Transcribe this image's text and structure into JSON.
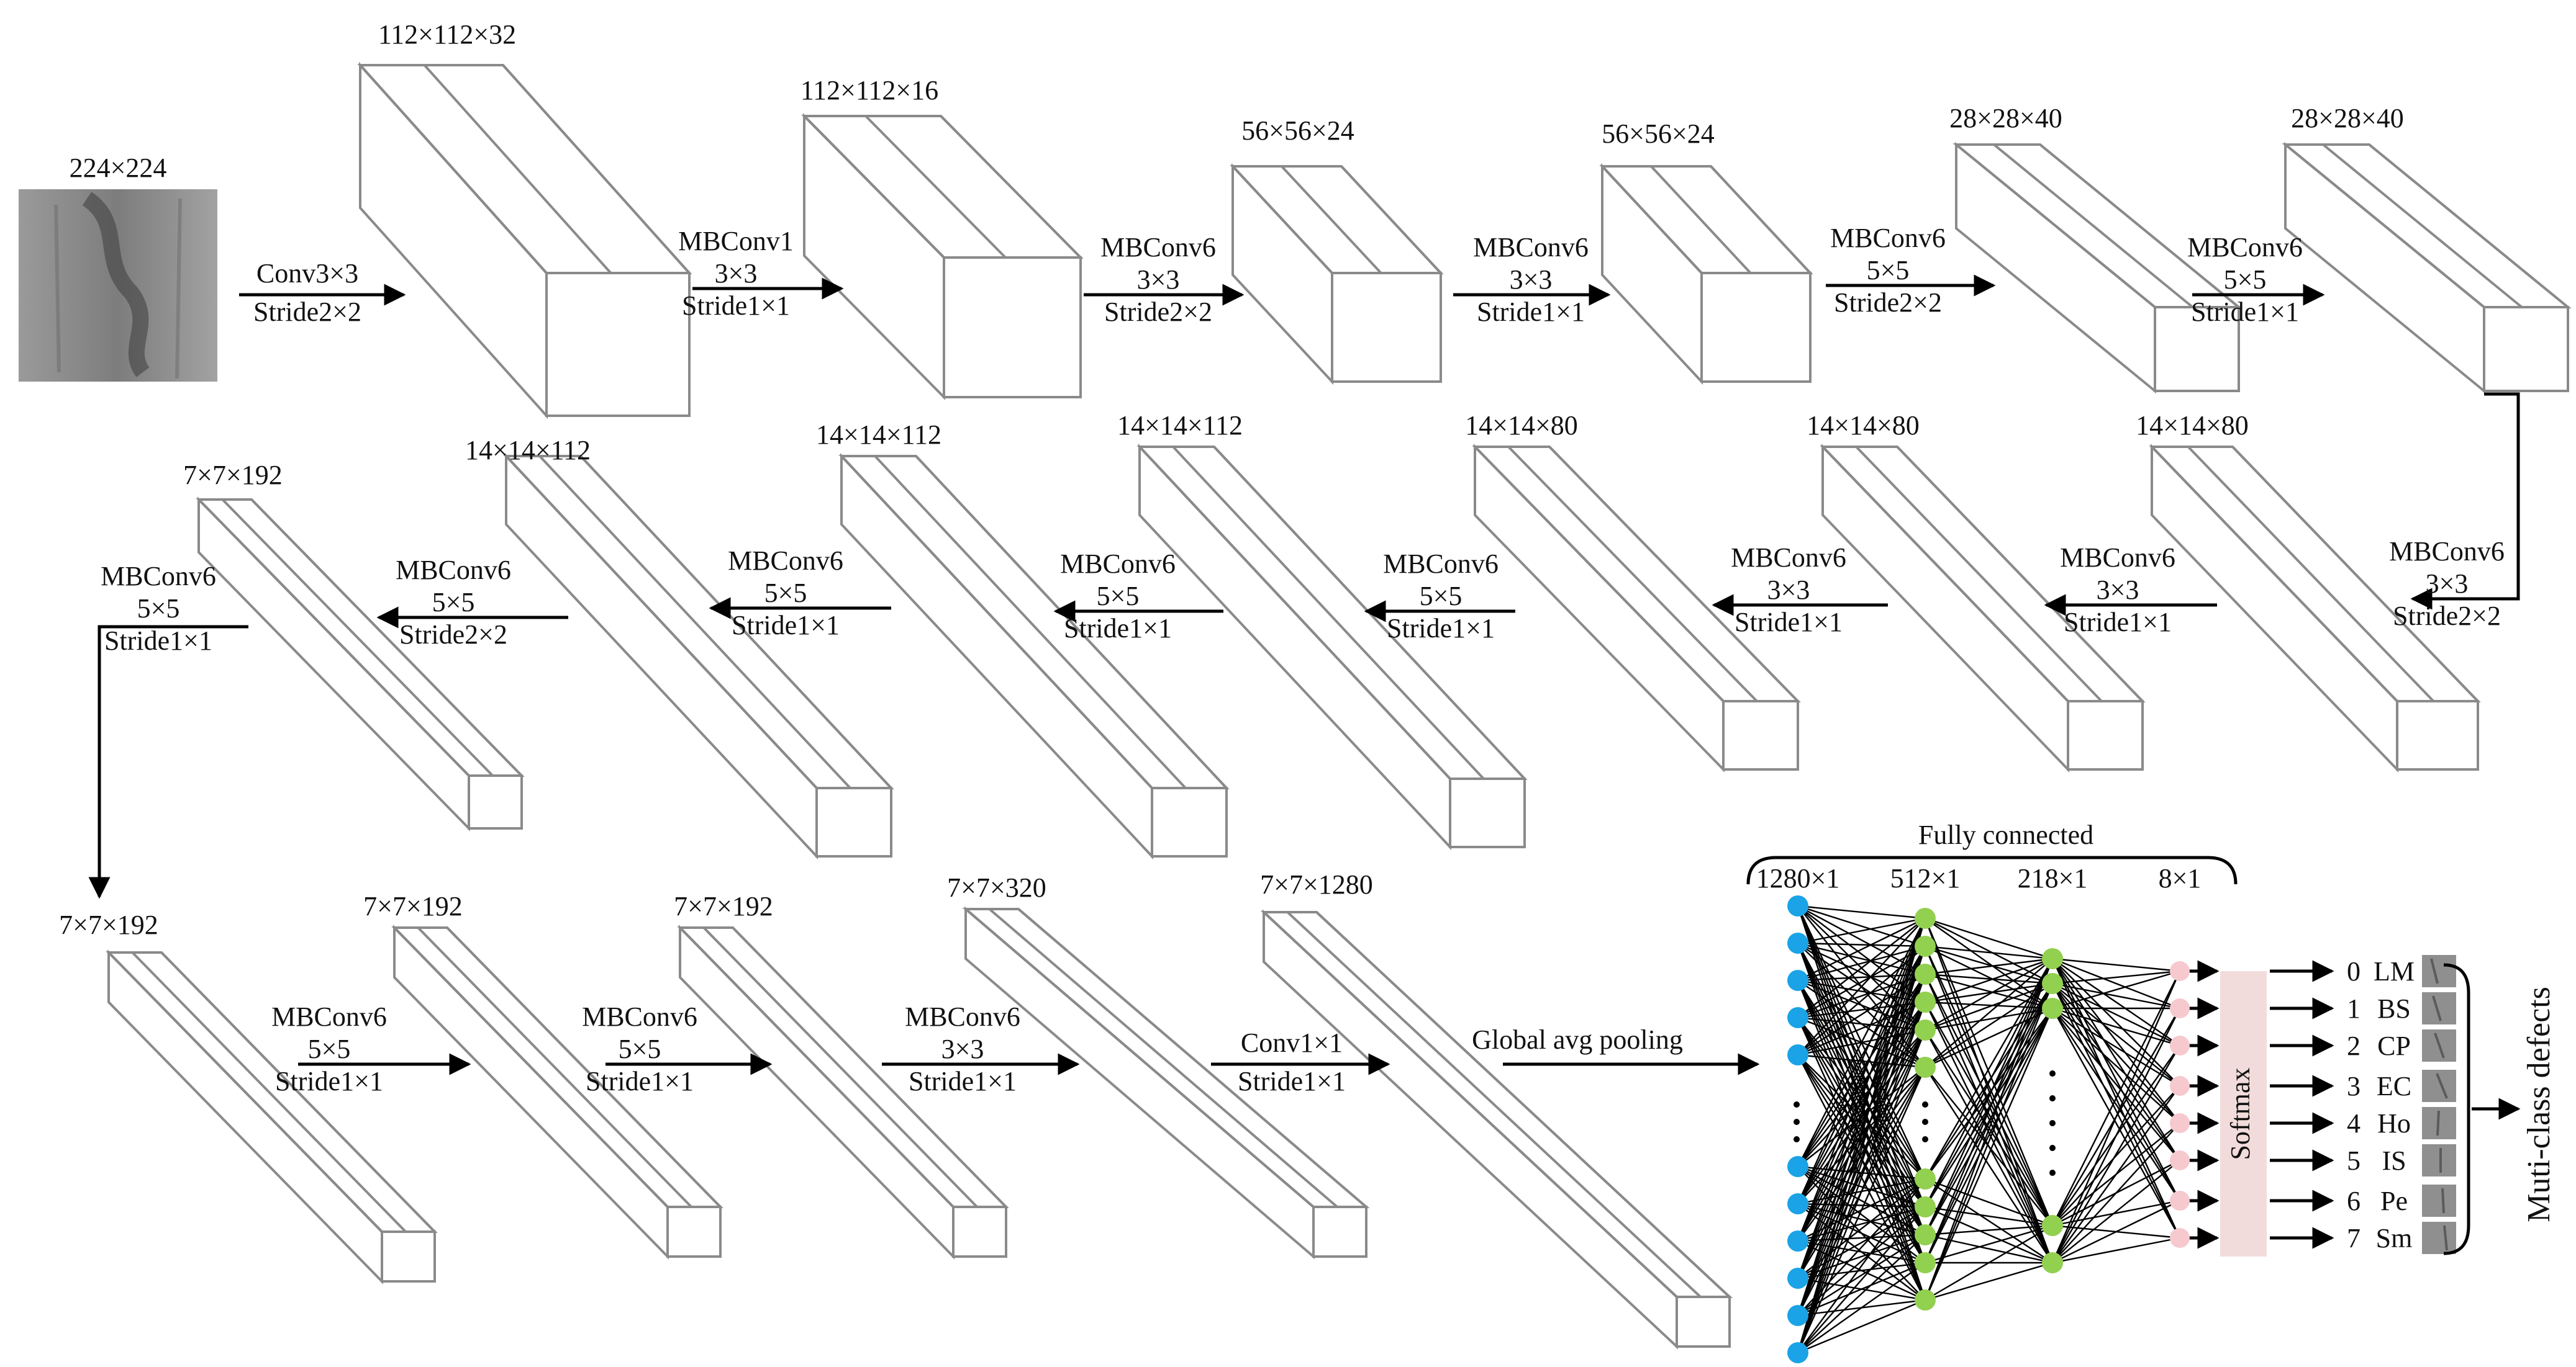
{
  "input": {
    "size_label": "224×224"
  },
  "row1": {
    "blocks": [
      {
        "label": "112×112×32",
        "color": "orange"
      },
      {
        "label": "112×112×16",
        "color": "gold"
      },
      {
        "label": "56×56×24",
        "color": "gold"
      },
      {
        "label": "56×56×24",
        "color": "gold"
      },
      {
        "label": "28×28×40",
        "color": "gold"
      },
      {
        "label": "28×28×40",
        "color": "gold"
      }
    ],
    "ops": [
      {
        "name": "Conv3×3",
        "kernel": "",
        "stride": "Stride2×2"
      },
      {
        "name": "MBConv1",
        "kernel": "3×3",
        "stride": "Stride1×1"
      },
      {
        "name": "MBConv6",
        "kernel": "3×3",
        "stride": "Stride2×2"
      },
      {
        "name": "MBConv6",
        "kernel": "3×3",
        "stride": "Stride1×1"
      },
      {
        "name": "MBConv6",
        "kernel": "5×5",
        "stride": "Stride2×2"
      },
      {
        "name": "MBConv6",
        "kernel": "5×5",
        "stride": "Stride1×1"
      }
    ]
  },
  "row2": {
    "blocks": [
      {
        "label": "14×14×80"
      },
      {
        "label": "14×14×80"
      },
      {
        "label": "14×14×80"
      },
      {
        "label": "14×14×112"
      },
      {
        "label": "14×14×112"
      },
      {
        "label": "14×14×112"
      },
      {
        "label": "7×7×192"
      }
    ],
    "ops": [
      {
        "name": "MBConv6",
        "kernel": "3×3",
        "stride": "Stride2×2"
      },
      {
        "name": "MBConv6",
        "kernel": "3×3",
        "stride": "Stride1×1"
      },
      {
        "name": "MBConv6",
        "kernel": "3×3",
        "stride": "Stride1×1"
      },
      {
        "name": "MBConv6",
        "kernel": "5×5",
        "stride": "Stride1×1"
      },
      {
        "name": "MBConv6",
        "kernel": "5×5",
        "stride": "Stride1×1"
      },
      {
        "name": "MBConv6",
        "kernel": "5×5",
        "stride": "Stride1×1"
      },
      {
        "name": "MBConv6",
        "kernel": "5×5",
        "stride": "Stride2×2"
      },
      {
        "name": "MBConv6",
        "kernel": "5×5",
        "stride": "Stride1×1"
      }
    ]
  },
  "row3": {
    "blocks": [
      {
        "label": "7×7×192"
      },
      {
        "label": "7×7×192"
      },
      {
        "label": "7×7×192"
      },
      {
        "label": "7×7×320"
      },
      {
        "label": "7×7×1280"
      }
    ],
    "ops": [
      {
        "name": "MBConv6",
        "kernel": "5×5",
        "stride": "Stride1×1"
      },
      {
        "name": "MBConv6",
        "kernel": "5×5",
        "stride": "Stride1×1"
      },
      {
        "name": "MBConv6",
        "kernel": "3×3",
        "stride": "Stride1×1"
      },
      {
        "name": "Conv1×1",
        "kernel": "",
        "stride": "Stride1×1"
      }
    ],
    "pool_label": "Global avg pooling"
  },
  "fc": {
    "title": "Fully connected",
    "layer_sizes": [
      "1280×1",
      "512×1",
      "218×1",
      "8×1"
    ],
    "softmax_label": "Softmax",
    "classes": [
      {
        "index": "0",
        "name": "LM"
      },
      {
        "index": "1",
        "name": "BS"
      },
      {
        "index": "2",
        "name": "CP"
      },
      {
        "index": "3",
        "name": "EC"
      },
      {
        "index": "4",
        "name": "Ho"
      },
      {
        "index": "5",
        "name": "IS"
      },
      {
        "index": "6",
        "name": "Pe"
      },
      {
        "index": "7",
        "name": "Sm"
      }
    ],
    "output_label": "Muti-class defects"
  },
  "colors": {
    "gold": "#FFC000",
    "orange": "#F4A05A",
    "edge": "#8a8a8a",
    "node_blue": "#1AA3E6",
    "node_green": "#92D050",
    "node_pink": "#F6C9CF",
    "softmax_bg": "#F2DCDB",
    "input_gray": "#8e8e8e"
  }
}
